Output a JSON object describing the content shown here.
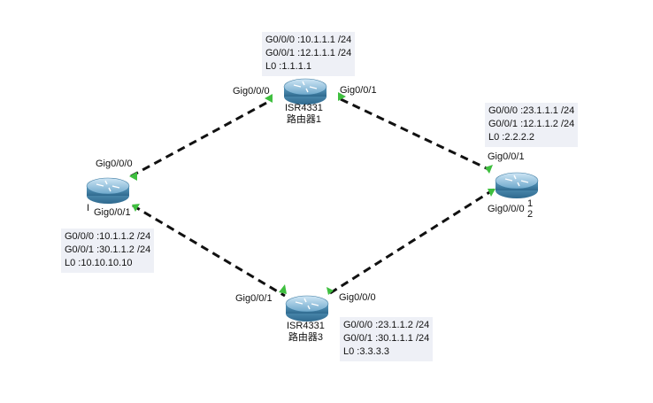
{
  "links": [
    {
      "id": "r1-left",
      "a_port": "Gig0/0/0",
      "b_port": "Gig0/0/0"
    },
    {
      "id": "r1-right",
      "a_port": "Gig0/0/1",
      "b_port": "Gig0/0/1"
    },
    {
      "id": "left-r3",
      "a_port": "Gig0/0/1",
      "b_port": "Gig0/0/1"
    },
    {
      "id": "right-r3",
      "a_port": "Gig0/0/0",
      "b_port": "Gig0/0/0"
    }
  ],
  "routers": {
    "top": {
      "model": "ISR4331",
      "name": "路由器1",
      "notes": [
        "G0/0/0 :10.1.1.1 /24",
        "G0/0/1 :12.1.1.1 /24",
        "L0 :1.1.1.1"
      ]
    },
    "right": {
      "model": "",
      "name": "",
      "partial1": "1",
      "partial2": "2",
      "notes": [
        "G0/0/0 :23.1.1.1 /24",
        "G0/0/1 :12.1.1.2 /24",
        "L0 :2.2.2.2"
      ]
    },
    "left": {
      "model": "",
      "name": "",
      "partial": "I",
      "notes": [
        "G0/0/0 :10.1.1.2 /24",
        "G0/0/1 :30.1.1.2 /24",
        "L0 :10.10.10.10"
      ]
    },
    "bottom": {
      "model": "ISR4331",
      "name": "路由器3",
      "notes": [
        "G0/0/0 :23.1.1.2 /24",
        "G0/0/1 :30.1.1.1 /24",
        "L0 :3.3.3.3"
      ]
    }
  },
  "colors": {
    "link": "#111111",
    "port_up": "#3fbf3f",
    "note_bg": "#eef0f6",
    "router_body": "#4e8fb3"
  },
  "icons": {
    "router": "router-icon",
    "port": "link-up-triangle-icon"
  }
}
